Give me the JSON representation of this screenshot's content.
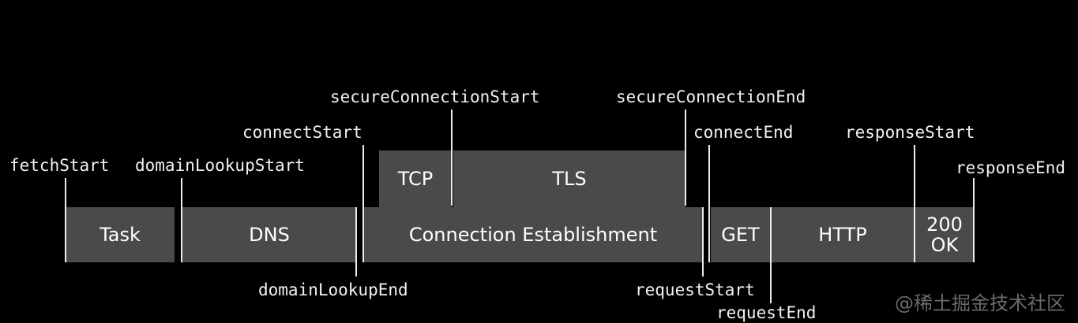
{
  "segments": {
    "task": "Task",
    "dns": "DNS",
    "connection": "Connection Establishment",
    "tcp": "TCP",
    "tls": "TLS",
    "get": "GET",
    "http": "HTTP",
    "ok": "200\nOK"
  },
  "markers": {
    "fetch_start": "fetchStart",
    "domain_lookup_start": "domainLookupStart",
    "connect_start": "connectStart",
    "secure_connection_start": "secureConnectionStart",
    "secure_connection_end": "secureConnectionEnd",
    "connect_end": "connectEnd",
    "response_start": "responseStart",
    "response_end": "responseEnd",
    "domain_lookup_end": "domainLookupEnd",
    "request_start": "requestStart",
    "request_end": "requestEnd"
  },
  "watermark": "@稀土掘金技术社区",
  "colors": {
    "background": "#000000",
    "segment": "#4a4a4c",
    "text": "#ffffff"
  }
}
